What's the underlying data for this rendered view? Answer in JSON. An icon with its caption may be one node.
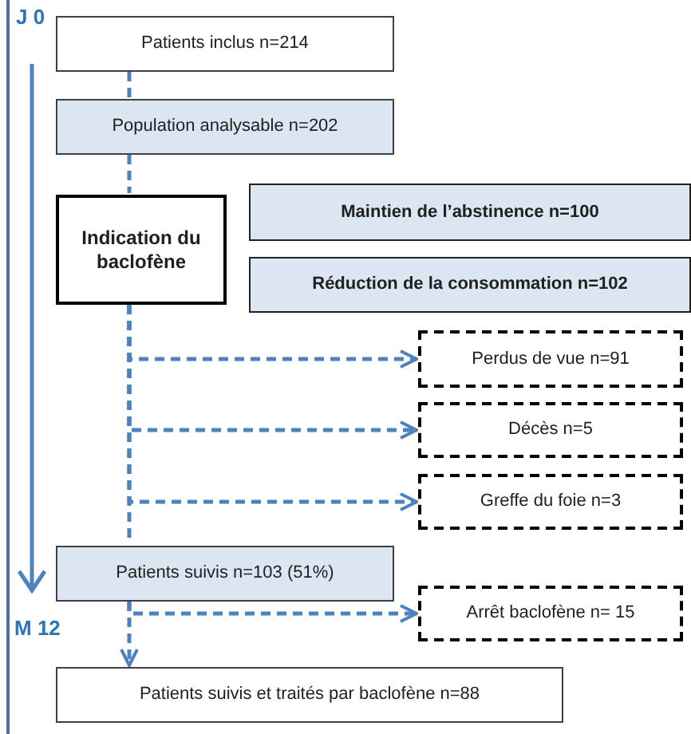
{
  "diagram": {
    "nodes": [
      {
        "text": [
          "Patients inclus n=214"
        ]
      },
      {
        "text": [
          "Population analysable n=202"
        ]
      },
      {
        "text": [
          "Indication du baclofène"
        ]
      },
      {
        "text": [
          "Maintien de l’abstinence n=100"
        ]
      },
      {
        "text": [
          "Réduction de la consommation n=102"
        ]
      },
      {
        "text": [
          "Perdus de vue n=91"
        ]
      },
      {
        "text": [
          "Décès n=5"
        ]
      },
      {
        "text": [
          "Greffe du foie n=3"
        ]
      },
      {
        "text": [
          "Patients suivis n=103 (51%)"
        ]
      },
      {
        "text": [
          "Arrêt baclofène n= 15"
        ]
      },
      {
        "text": [
          "Patients suivis  et traités par baclofène n=88"
        ]
      }
    ],
    "edges": [
      {
        "from": 0,
        "to": 1,
        "arrow": "none",
        "style": "dashed"
      },
      {
        "from": 1,
        "to": 2,
        "arrow": "none",
        "style": "dashed"
      },
      {
        "from": 2,
        "to": 5,
        "arrow": "to",
        "style": "dashed"
      },
      {
        "from": 2,
        "to": 6,
        "arrow": "to",
        "style": "dashed"
      },
      {
        "from": 2,
        "to": 7,
        "arrow": "to",
        "style": "dashed"
      },
      {
        "from": 2,
        "to": 8,
        "arrow": "none",
        "style": "dashed"
      },
      {
        "from": 8,
        "to": 9,
        "arrow": "to",
        "style": "dashed"
      },
      {
        "from": 8,
        "to": 10,
        "arrow": "to",
        "style": "dashed"
      }
    ],
    "labels": [
      "J 0",
      "M 12"
    ]
  }
}
